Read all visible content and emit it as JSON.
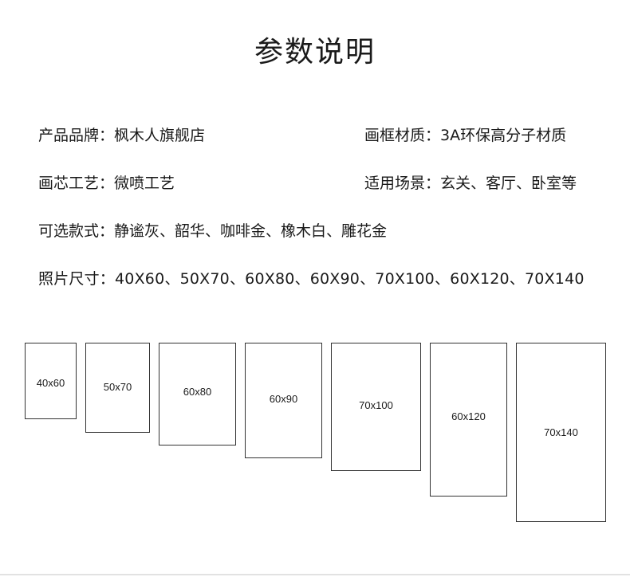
{
  "title": "参数说明",
  "specs": {
    "brand": {
      "label": "产品品牌：",
      "value": "枫木人旗舰店"
    },
    "frame_material": {
      "label": "画框材质：",
      "value": "3A环保高分子材质"
    },
    "core_craft": {
      "label": "画芯工艺：",
      "value": "微喷工艺"
    },
    "usage": {
      "label": "适用场景：",
      "value": "玄关、客厅、卧室等"
    },
    "styles": {
      "label": "可选款式：",
      "value": "静谧灰、韶华、咖啡金、橡木白、雕花金"
    },
    "sizes": {
      "label": "照片尺寸：",
      "value": "40X60、50X70、60X80、60X90、70X100、60X120、70X140"
    }
  },
  "frames": [
    {
      "label": "40x60"
    },
    {
      "label": "50x70"
    },
    {
      "label": "60x80"
    },
    {
      "label": "60x90"
    },
    {
      "label": "70x100"
    },
    {
      "label": "60x120"
    },
    {
      "label": "70x140"
    }
  ]
}
